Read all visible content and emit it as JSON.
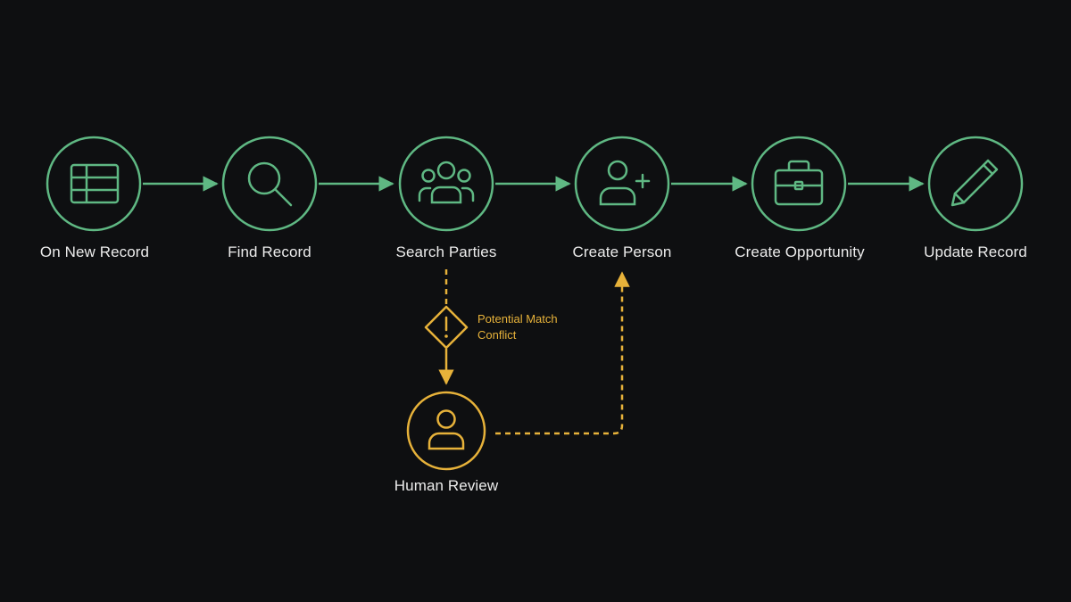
{
  "colors": {
    "background": "#0e0f11",
    "flow": "#5fb883",
    "warning": "#e7b23a",
    "text": "#ececec"
  },
  "flow": {
    "steps": [
      {
        "label": "On New Record",
        "icon": "table-icon"
      },
      {
        "label": "Find Record",
        "icon": "search-icon"
      },
      {
        "label": "Search Parties",
        "icon": "users-icon"
      },
      {
        "label": "Create Person",
        "icon": "user-add-icon"
      },
      {
        "label": "Create Opportunity",
        "icon": "briefcase-icon"
      },
      {
        "label": "Update Record",
        "icon": "pencil-icon"
      }
    ]
  },
  "branch": {
    "warning": {
      "line1": "Potential Match",
      "line2": "Conflict",
      "icon": "warning-diamond-icon"
    },
    "review": {
      "label": "Human Review",
      "icon": "person-icon"
    }
  }
}
